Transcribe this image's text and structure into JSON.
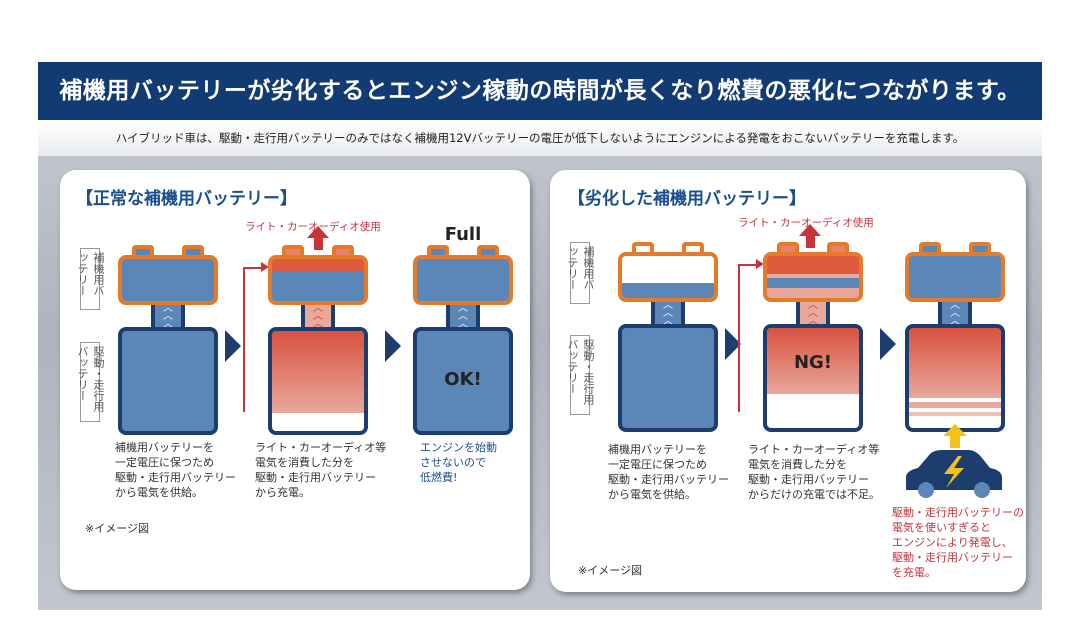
{
  "title": "補機用バッテリーが劣化するとエンジン稼動の時間が長くなり燃費の悪化につながります。",
  "subtitle": "ハイブリッド車は、駆動・走行用バッテリーのみではなく補機用12Vバッテリーの電圧が低下しないようにエンジンによる発電をおこないバッテリーを充電します。",
  "colors": {
    "navy": "#123a73",
    "orange": "#e47a2a",
    "battery_blue": "#5a86b8",
    "red": "#c8333a",
    "yellow": "#f2c21b"
  },
  "labels": {
    "aux": "補機用バッテリー",
    "main": "駆動・走行用バッテリー",
    "usage": "ライト・カーオーディオ使用",
    "note": "※イメージ図"
  },
  "normal": {
    "heading": "【正常な補機用バッテリー】",
    "full": "Full",
    "ok": "OK!",
    "captions": [
      "補機用バッテリーを\n一定電圧に保つため\n駆動・走行用バッテリー\nから電気を供給。",
      "ライト・カーオーディオ等\n電気を消費した分を\n駆動・走行用バッテリー\nから充電。",
      "エンジンを始動\nさせないので\n低燃費!"
    ]
  },
  "degraded": {
    "heading": "【劣化した補機用バッテリー】",
    "ng": "NG!",
    "captions": [
      "補機用バッテリーを\n一定電圧に保つため\n駆動・走行用バッテリー\nから電気を供給。",
      "ライト・カーオーディオ等\n電気を消費した分を\n駆動・走行用バッテリー\nからだけの充電では不足。",
      "駆動・走行用バッテリーの\n電気を使いすぎると\nエンジンにより発電し、\n駆動・走行用バッテリー\nを充電。"
    ]
  }
}
